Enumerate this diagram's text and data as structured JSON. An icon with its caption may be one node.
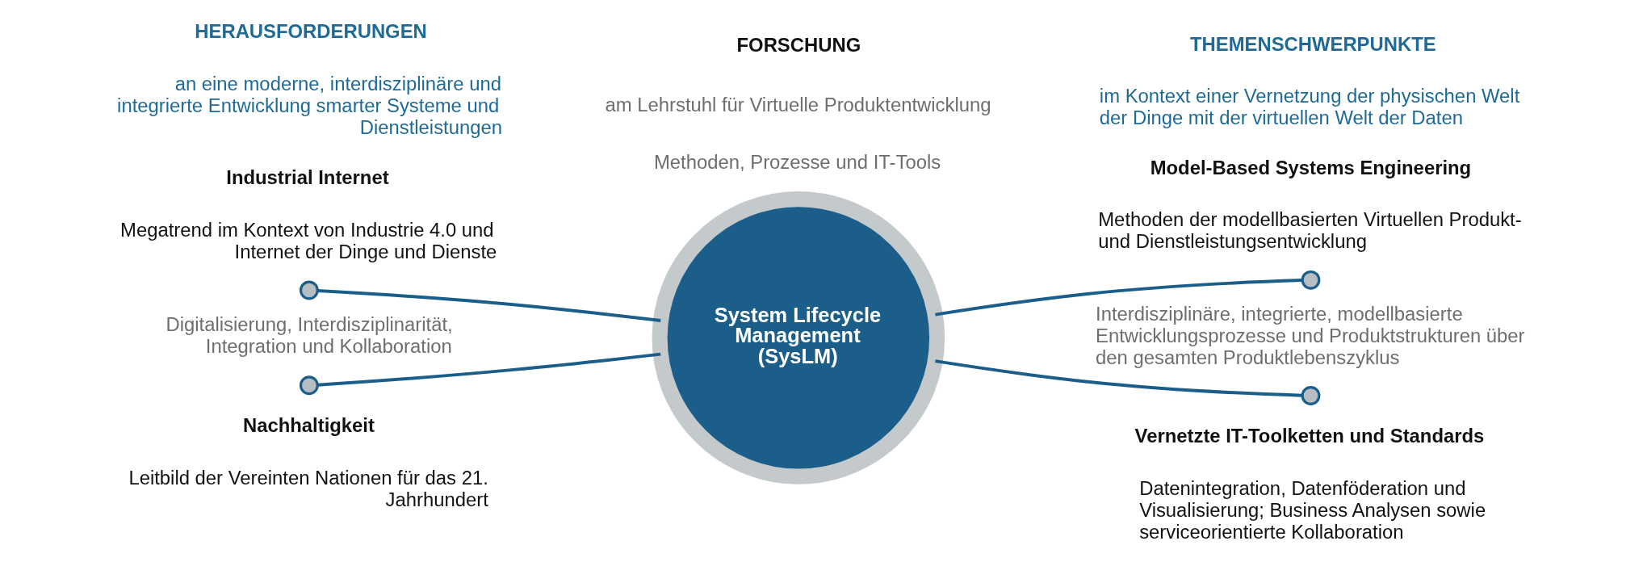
{
  "diagram": {
    "nodes": [
      {
        "text": [
          "System Lifecycle Management (SysLM)"
        ]
      },
      {
        "text": [],
        "shape": "circle"
      },
      {
        "text": [],
        "shape": "circle"
      },
      {
        "text": [],
        "shape": "circle"
      },
      {
        "text": [],
        "shape": "circle"
      }
    ],
    "edges": [
      {
        "from": 1,
        "to": 0,
        "arrow": "none"
      },
      {
        "from": 2,
        "to": 0,
        "arrow": "none"
      },
      {
        "from": 0,
        "to": 3,
        "arrow": "none"
      },
      {
        "from": 0,
        "to": 4,
        "arrow": "none"
      }
    ],
    "labels": [
      "HERAUSFORDERUNGEN",
      "an eine moderne, interdisziplinäre und integrierte Entwicklung smarter Systeme und Dienstleistungen",
      "THEMENSCHWERPUNKTE",
      "im Kontext einer Vernetzung der physischen Welt der Dinge mit der virtuellen Welt der Daten",
      "FORSCHUNG",
      "am Lehrstuhl für Virtuelle Produktentwicklung",
      "Methoden, Prozesse und IT-Tools",
      "Industrial Internet",
      "Megatrend im Kontext von Industrie 4.0 und Internet der Dinge und Dienste",
      "Model-Based Systems Engineering",
      "Methoden der modellbasierten Virtuellen Produkt- und Dienstleistungsentwicklung",
      "Digitalisierung, Interdisziplinarität, Integration und Kollaboration",
      "Interdisziplinäre, integrierte, modellbasierte Entwicklungsprozesse und Produktstrukturen über den gesamten Produktlebenszyklus",
      "Nachhaltigkeit",
      "Leitbild der Vereinten Nationen für das 21. Jahrhundert",
      "Vernetzte IT-Toolketten und Standards",
      "Datenintegration, Datenföderation und Visualisierung; Business Analysen sowie serviceorientierte Kollaboration"
    ]
  }
}
